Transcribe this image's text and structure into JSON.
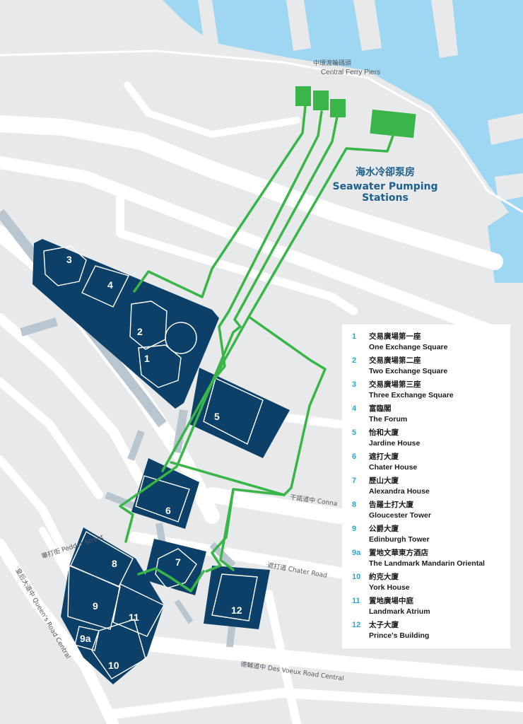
{
  "colors": {
    "water": "#9fd7f2",
    "land": "#e8e9ea",
    "road": "#ffffff",
    "walkway": "#b9c5cf",
    "building": "#0c4068",
    "pipe": "#39b54a",
    "legend_number": "#29a7d6",
    "label_blue": "#1e5f8c"
  },
  "piers": {
    "zh": "中環渡輪碼頭",
    "en": "Central Ferry Piers"
  },
  "pumping": {
    "zh": "海水冷卻泵房",
    "en_line1": "Seawater Pumping",
    "en_line2": "Stations"
  },
  "streets": {
    "connaught": "干諾道中 Conna",
    "pedder": "畢打街 Pedder Street",
    "chater": "遮打道 Chater Road",
    "queens": "皇后大道中 Queen's Road Central",
    "desvoeux": "德輔道中 Des Voeux Road Central"
  },
  "building_labels": {
    "b1": "1",
    "b2": "2",
    "b3": "3",
    "b4": "4",
    "b5": "5",
    "b6": "6",
    "b7": "7",
    "b8": "8",
    "b9": "9",
    "b9a": "9a",
    "b10": "10",
    "b11": "11",
    "b12": "12"
  },
  "legend": [
    {
      "num": "1",
      "zh": "交易廣場第一座",
      "en": "One Exchange Square"
    },
    {
      "num": "2",
      "zh": "交易廣場第二座",
      "en": "Two Exchange Square"
    },
    {
      "num": "3",
      "zh": "交易廣場第三座",
      "en": "Three Exchange Square"
    },
    {
      "num": "4",
      "zh": "富臨閣",
      "en": "The Forum"
    },
    {
      "num": "5",
      "zh": "怡和大廈",
      "en": "Jardine House"
    },
    {
      "num": "6",
      "zh": "遮打大廈",
      "en": "Chater House"
    },
    {
      "num": "7",
      "zh": "歷山大廈",
      "en": "Alexandra House"
    },
    {
      "num": "8",
      "zh": "告羅士打大廈",
      "en": "Gloucester Tower"
    },
    {
      "num": "9",
      "zh": "公爵大廈",
      "en": "Edinburgh Tower"
    },
    {
      "num": "9a",
      "zh": "置地文華東方酒店",
      "en": "The Landmark Mandarin Oriental"
    },
    {
      "num": "10",
      "zh": "約克大廈",
      "en": "York House"
    },
    {
      "num": "11",
      "zh": "置地廣場中庭",
      "en": "Landmark Atrium"
    },
    {
      "num": "12",
      "zh": "太子大廈",
      "en": "Prince's Building"
    }
  ]
}
